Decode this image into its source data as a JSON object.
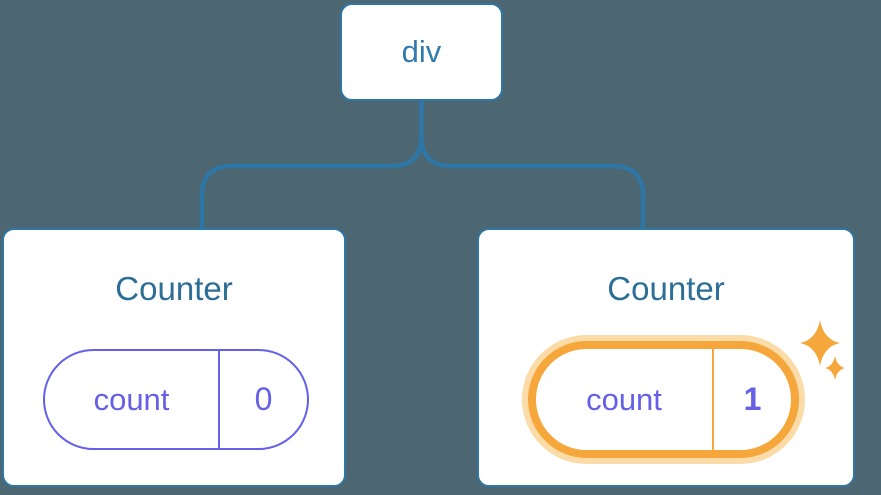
{
  "diagram": {
    "description": "React component tree with state",
    "root_node": {
      "label": "div"
    },
    "children": [
      {
        "title": "Counter",
        "state_key": "count",
        "state_value": "0",
        "highlighted": false
      },
      {
        "title": "Counter",
        "state_key": "count",
        "state_value": "1",
        "highlighted": true
      }
    ]
  },
  "colors": {
    "background": "#4C6772",
    "blue_border": "#2E76A5",
    "blue_text": "#337BAD",
    "title_text": "#2C6E96",
    "purple": "#6560E6",
    "orange": "#F5A73C",
    "orange_halo": "#FBDCA9",
    "card_bg": "#FFFFFF"
  },
  "icons": {
    "sparkle": "sparkle-icon"
  }
}
